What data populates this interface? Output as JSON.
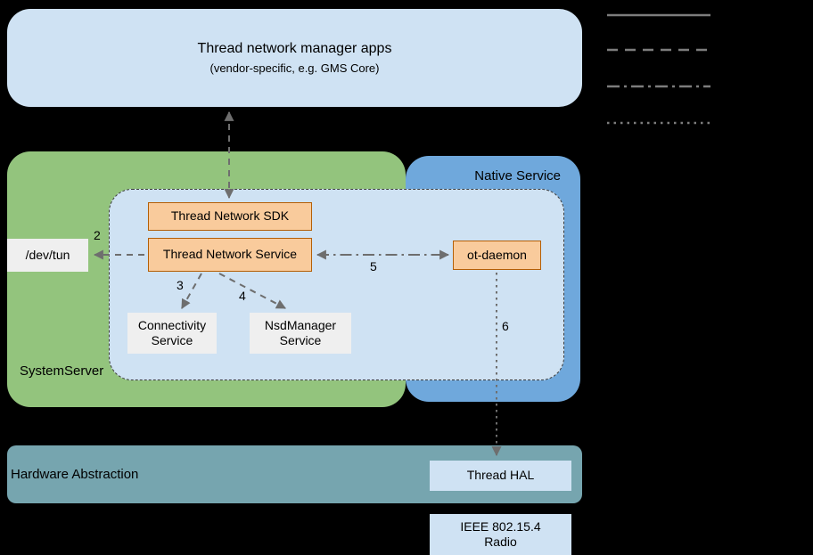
{
  "apps_box": {
    "title": "Thread network manager apps",
    "subtitle": "(vendor-specific, e.g. GMS Core)"
  },
  "containers": {
    "system_server": "SystemServer",
    "native_service": "Native Service",
    "hardware_abstraction": "Hardware Abstraction"
  },
  "nodes": {
    "thread_network_sdk": "Thread Network SDK",
    "thread_network_service": "Thread Network Service",
    "dev_tun": "/dev/tun",
    "connectivity_service": "Connectivity\nService",
    "nsd_manager_service": "NsdManager\nService",
    "ot_daemon": "ot-daemon",
    "thread_hal": "Thread HAL",
    "radio": "IEEE 802.15.4\nRadio"
  },
  "edge_labels": {
    "service_to_devtun": "2",
    "service_to_connectivity": "3",
    "service_to_nsd": "4",
    "service_to_otdaemon": "5",
    "otdaemon_to_hal": "6"
  },
  "legend": {
    "line_styles": [
      "solid",
      "dashed",
      "dash-dot",
      "dotted"
    ]
  },
  "colors": {
    "light_blue": "#cfe2f3",
    "green": "#93c47d",
    "blue": "#6fa8dc",
    "teal": "#76a5af",
    "orange_fill": "#f9cb9c",
    "orange_border": "#b45f06",
    "gray_fill": "#efefef",
    "arrow_gray": "#6e6e6e",
    "background": "#000000"
  }
}
